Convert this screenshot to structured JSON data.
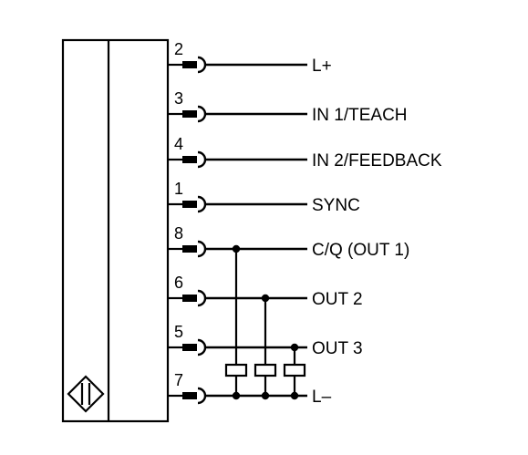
{
  "pins": [
    {
      "number": "2",
      "label": "L+"
    },
    {
      "number": "3",
      "label": "IN 1/TEACH"
    },
    {
      "number": "4",
      "label": "IN 2/FEEDBACK"
    },
    {
      "number": "1",
      "label": "SYNC"
    },
    {
      "number": "8",
      "label": "C/Q (OUT 1)"
    },
    {
      "number": "6",
      "label": "OUT 2"
    },
    {
      "number": "5",
      "label": "OUT 3"
    },
    {
      "number": "7",
      "label": "L–"
    }
  ],
  "sensor_symbol": "inductive-sensor-diamond-icon"
}
